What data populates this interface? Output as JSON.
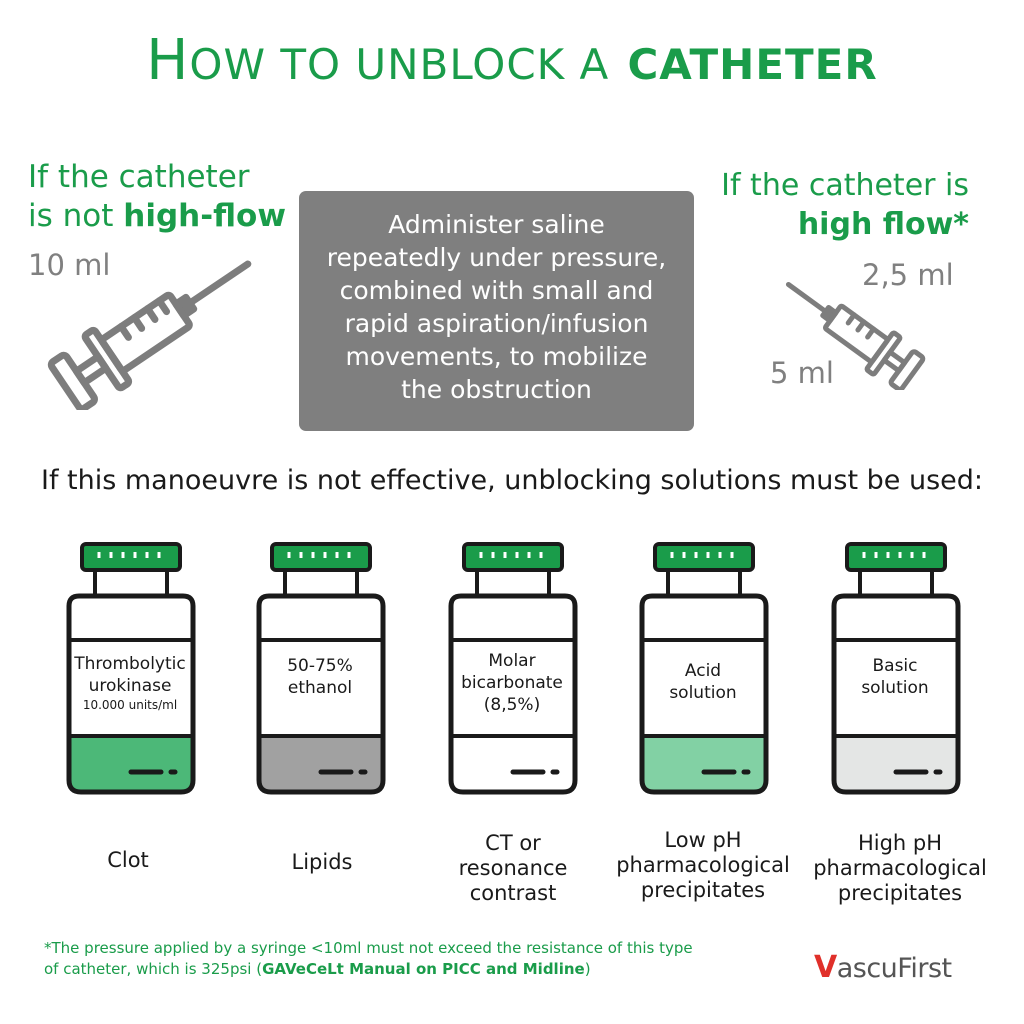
{
  "title": {
    "h_cap": "H",
    "h_rest": "ow to unblock a",
    "bold": "catheter"
  },
  "left": {
    "line1": "If the catheter",
    "line2_pre": "is not ",
    "line2_bold": "high-flow",
    "volume": "10 ml"
  },
  "right": {
    "line1": "If the catheter is",
    "line2_bold": "high flow*",
    "volume_top": "2,5 ml",
    "volume_bottom": "5 ml"
  },
  "gray_box": {
    "lines": [
      "Administer saline",
      "repeatedly under pressure,",
      "combined with small and",
      "rapid aspiration/infusion",
      "movements, to mobilize",
      "the obstruction"
    ]
  },
  "manoeuvre_text": "If this manoeuvre is not effective, unblocking solutions must be used:",
  "bottles": [
    {
      "label_lines": [
        "Thrombolytic",
        "urokinase"
      ],
      "label_small": "10.000 units/ml",
      "caption_lines": [
        "Clot"
      ],
      "liquid_color": "#4cb878"
    },
    {
      "label_lines": [
        "50-75%",
        "ethanol"
      ],
      "label_small": "",
      "caption_lines": [
        "Lipids"
      ],
      "liquid_color": "#a1a1a1"
    },
    {
      "label_lines": [
        "Molar",
        "bicarbonate",
        "(8,5%)"
      ],
      "label_small": "",
      "caption_lines": [
        "CT or",
        "resonance",
        "contrast"
      ],
      "liquid_color": "#ffffff"
    },
    {
      "label_lines": [
        "Acid",
        "solution"
      ],
      "label_small": "",
      "caption_lines": [
        "Low pH",
        "pharmacological",
        "precipitates"
      ],
      "liquid_color": "#82d1a4"
    },
    {
      "label_lines": [
        "Basic",
        "solution"
      ],
      "label_small": "",
      "caption_lines": [
        "High pH",
        "pharmacological",
        "precipitates"
      ],
      "liquid_color": "#e4e6e5"
    }
  ],
  "footnote": {
    "line1": "*The pressure applied by a syringe <10ml must not exceed the resistance of this type",
    "line2_pre": "of catheter, which is 325psi (",
    "line2_bold": "GAVeCeLt Manual on PICC and Midline",
    "line2_post": ")"
  },
  "logo": {
    "v": "V",
    "rest": "ascuFirst"
  },
  "colors": {
    "brand_green": "#1a9c4a",
    "cap_green": "#1a9c4a",
    "box_gray": "#7f7f7f",
    "text_gray": "#808080",
    "logo_red": "#e0302a"
  }
}
